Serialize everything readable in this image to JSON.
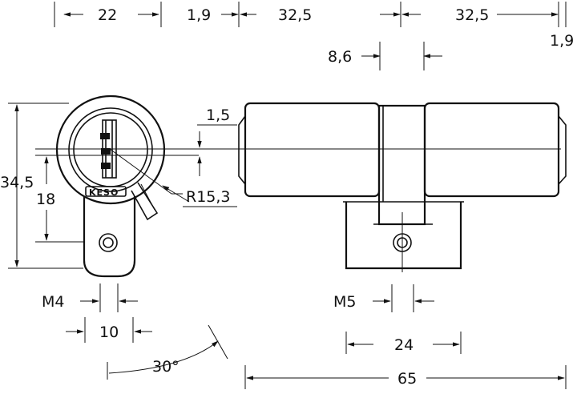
{
  "dimensions": {
    "top_22": "22",
    "top_1_9_left": "1,9",
    "top_32_5_a": "32,5",
    "top_32_5_b": "32,5",
    "top_1_9_right": "1,9",
    "gap_8_6": "8,6",
    "offset_1_5": "1,5",
    "height_34_5": "34,5",
    "height_18": "18",
    "radius_15_3": "R15,3",
    "thread_m4": "M4",
    "width_10": "10",
    "angle_30": "30°",
    "thread_m5": "M5",
    "width_24": "24",
    "total_65": "65"
  },
  "logo": {
    "text": "KESO"
  },
  "colors": {
    "line": "#111111",
    "background": "#ffffff"
  }
}
